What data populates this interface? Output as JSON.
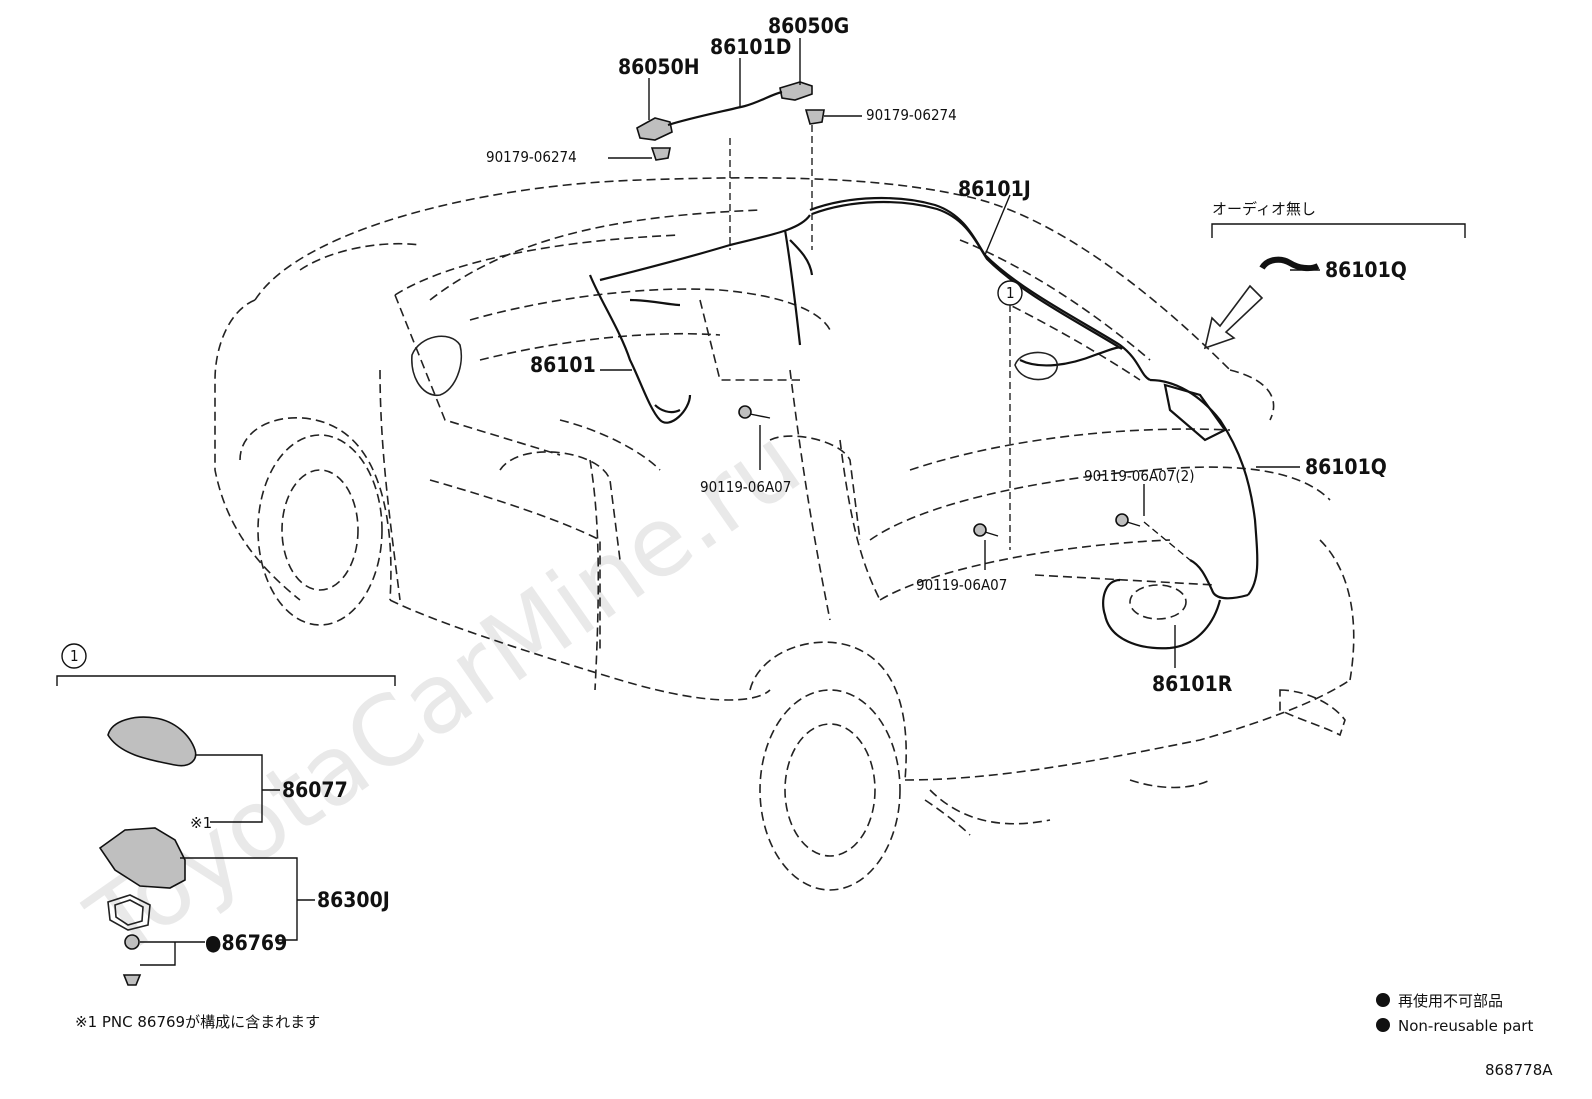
{
  "watermark": "ToyotaCarMine.ru",
  "diagram_code": "868778A",
  "parts": {
    "p86050H": "86050H",
    "p86101D": "86101D",
    "p86050G": "86050G",
    "p90179_left": "90179-06274",
    "p90179_right": "90179-06274",
    "p86101J": "86101J",
    "p86101_main": "86101",
    "p90119_center": "90119-06A07",
    "p90119_2": "90119-06A07(2)",
    "p90119_rear": "90119-06A07",
    "p86101Q_top": "86101Q",
    "p86101Q_right": "86101Q",
    "p86101R": "86101R",
    "p86077": "86077",
    "p86300J": "86300J",
    "p86769": "●86769"
  },
  "no_audio_label": "オーディオ無し",
  "callout_1": "1",
  "callout_inset": "1",
  "note_mark": "※1",
  "footnote": "※1 PNC 86769が構成に含まれます",
  "legend": {
    "jp": "再使用不可部品",
    "en": "Non-reusable part"
  }
}
